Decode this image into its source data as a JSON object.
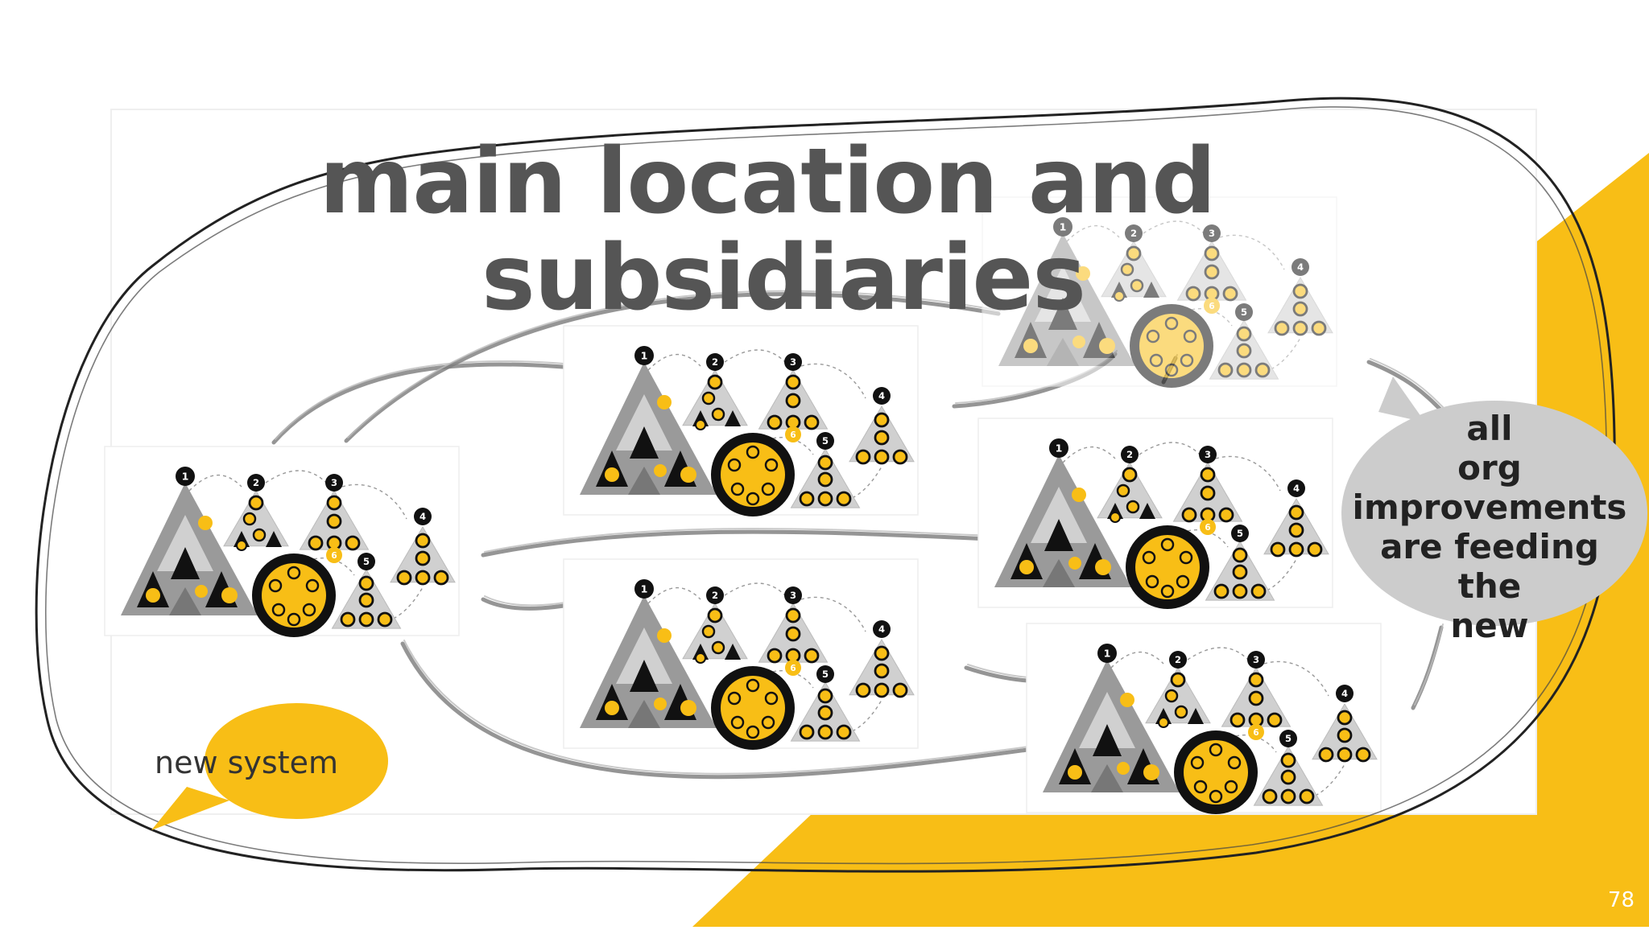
{
  "slide": {
    "title_line_1": "main location and",
    "title_line_2": "subsidiaries",
    "bubble_left": "new system",
    "bubble_right": [
      "all",
      "org",
      "improvements",
      "are feeding the",
      "new"
    ],
    "page_number": "78"
  },
  "unit_labels": [
    "1",
    "2",
    "3",
    "4",
    "5",
    "6"
  ],
  "unit_count": 6,
  "colors": {
    "accent": "#F8BE16",
    "dark": "#111111",
    "grey": "#9A9A9A",
    "light_grey": "#D0D0D0",
    "title": "#555555",
    "arrow": "#7A7A7A"
  }
}
